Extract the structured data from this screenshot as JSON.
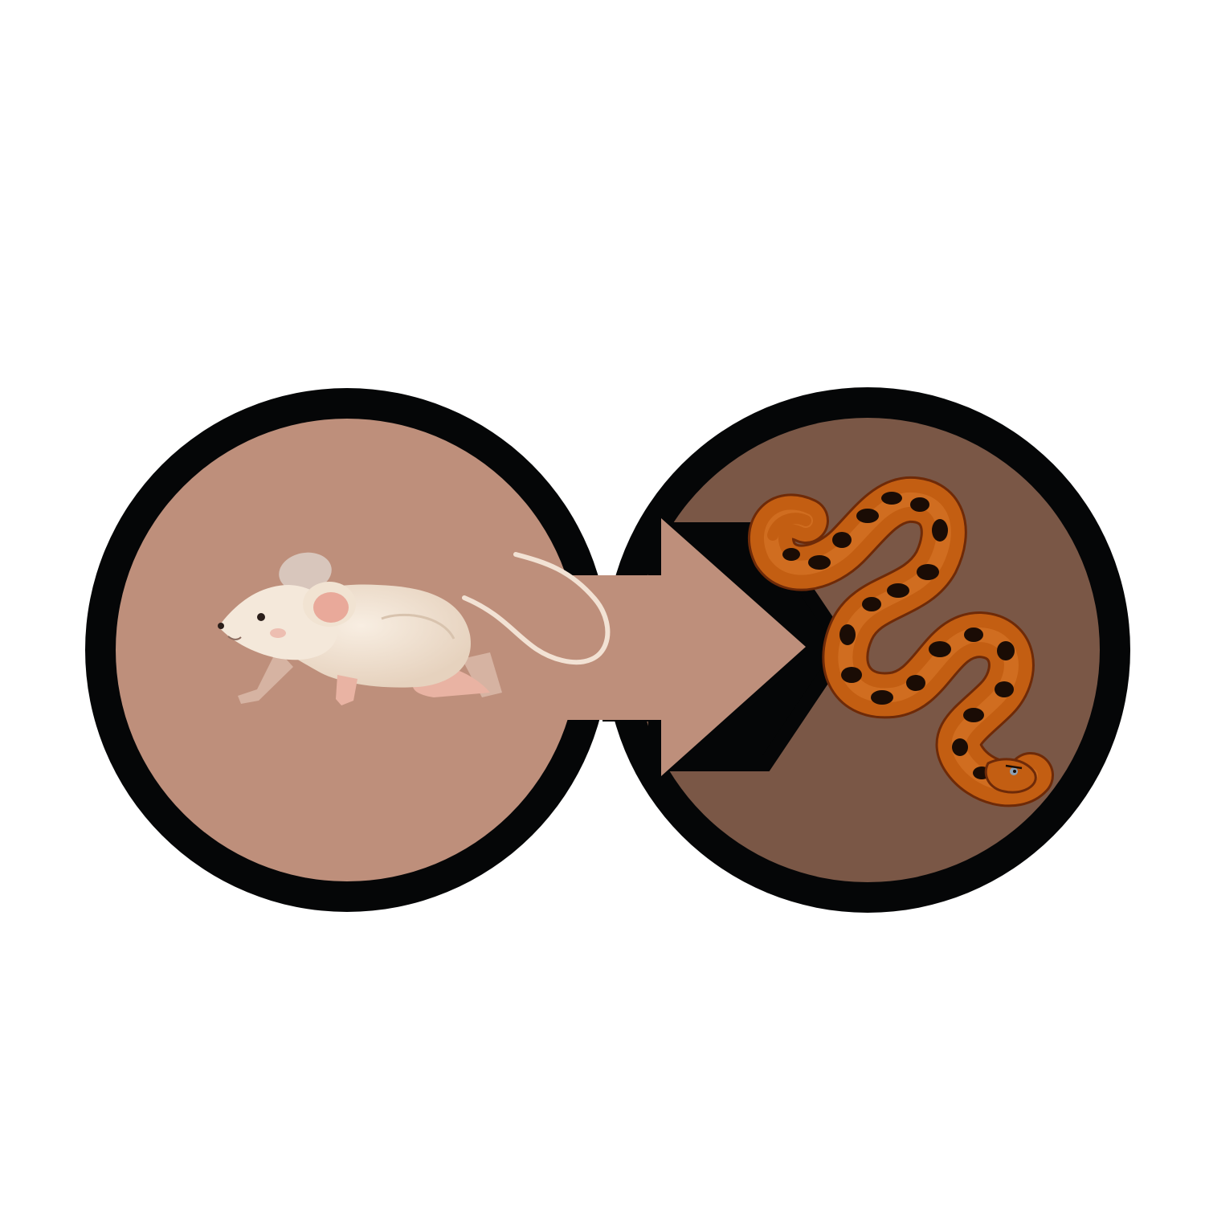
{
  "diagram": {
    "kind": "food-chain",
    "nodes": [
      {
        "id": "prey",
        "icon": "mouse-icon",
        "fill": "#BE8F7B"
      },
      {
        "id": "predator",
        "icon": "snake-icon",
        "fill": "#7A5746"
      }
    ],
    "edges": [
      {
        "from": "prey",
        "to": "predator",
        "icon": "arrow-right-icon",
        "fill": "#BE8F7B"
      }
    ],
    "colors": {
      "outline": "#050607",
      "background": "#FFFFFF",
      "mouse_fur": "#F1E3D2",
      "mouse_ear": "#E9A99A",
      "snake_body": "#C35E12",
      "snake_spot": "#1A0C05"
    }
  }
}
